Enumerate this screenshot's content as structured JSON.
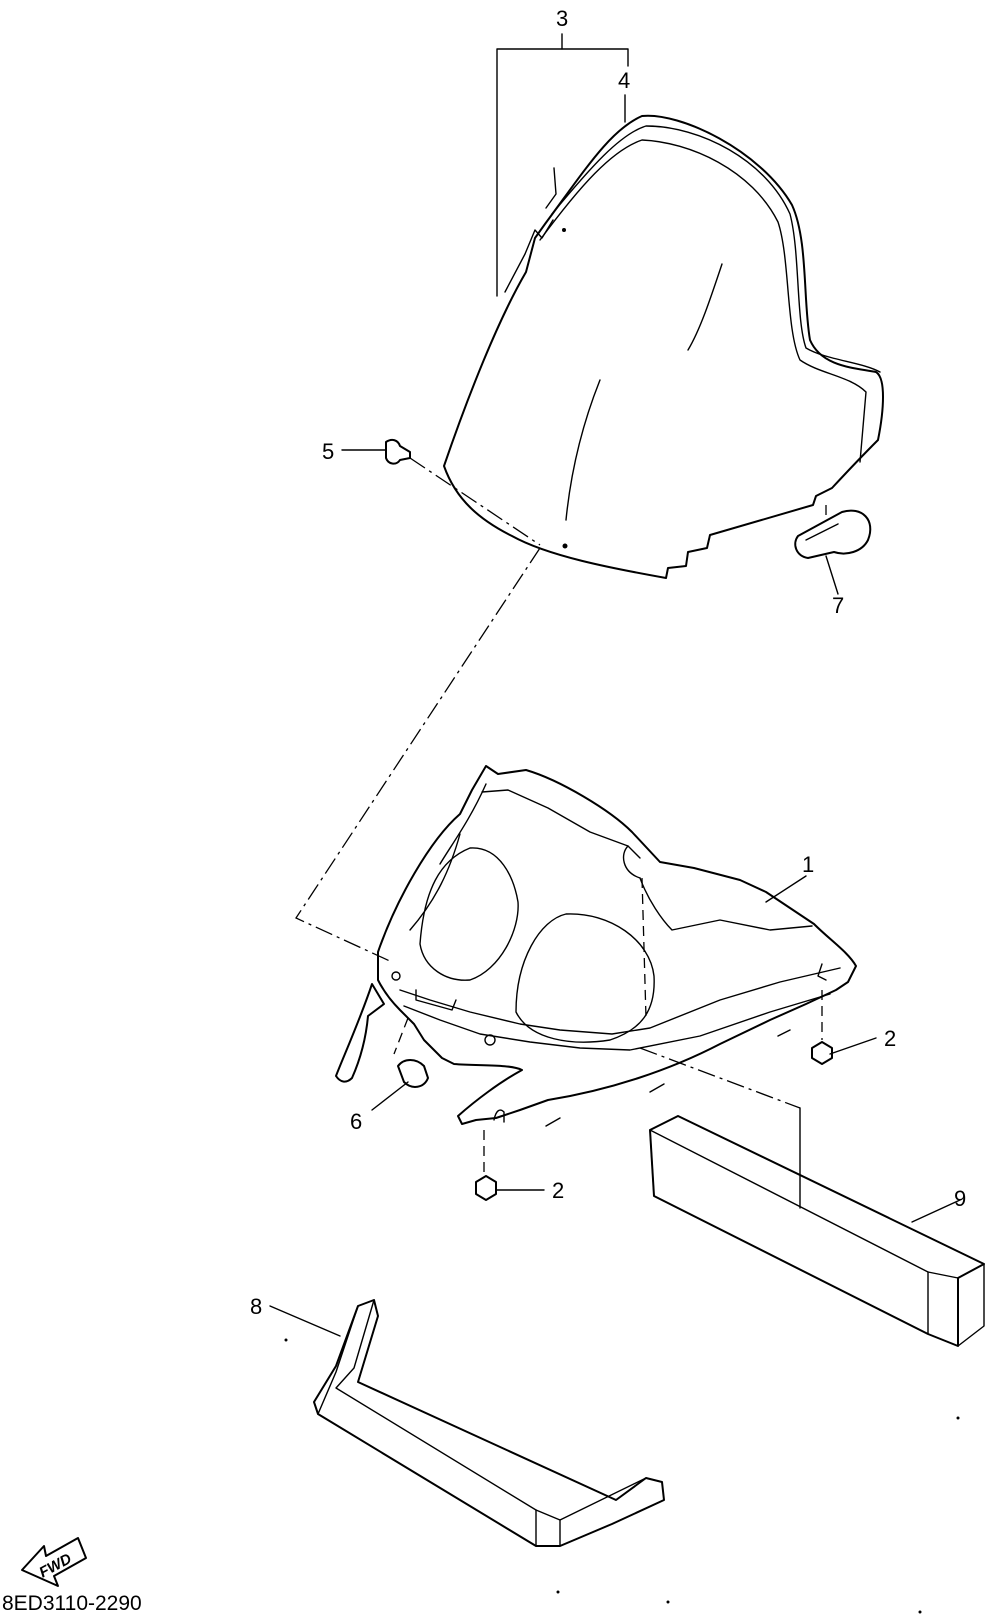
{
  "callouts": {
    "c1": "1",
    "c2a": "2",
    "c2b": "2",
    "c3": "3",
    "c4": "4",
    "c5": "5",
    "c6": "6",
    "c7": "7",
    "c8": "8",
    "c9": "9"
  },
  "fwd_label": "FWD",
  "diagram_code": "8ED3110-2290"
}
